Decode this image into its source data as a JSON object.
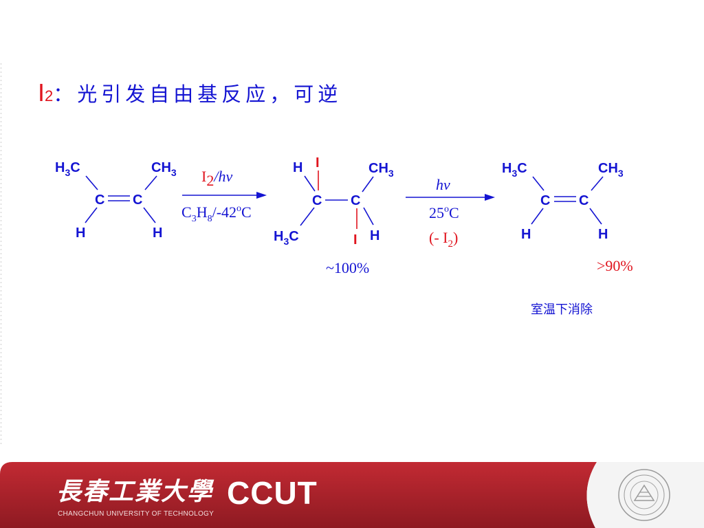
{
  "title": {
    "element": "I",
    "subscript": "2",
    "text": "：光引发自由基反应，可逆"
  },
  "reactant": {
    "ch3_left": "H",
    "ch3_left_sub": "3",
    "ch3_left_c": "C",
    "ch3_right": "CH",
    "ch3_right_sub": "3",
    "c1": "C",
    "c2": "C",
    "h_left": "H",
    "h_right": "H"
  },
  "step1": {
    "reagent_i": "I",
    "reagent_sub": "2",
    "reagent_rest": "/hν",
    "cond_c": "C",
    "cond_3": "3",
    "cond_h": "H",
    "cond_8": "8",
    "cond_temp": "/-42",
    "cond_o": "o",
    "cond_unit": "C"
  },
  "intermediate": {
    "h_top": "H",
    "i_top": "I",
    "ch3_right": "CH",
    "ch3_right_sub": "3",
    "c1": "C",
    "c2": "C",
    "h3c_left": "H",
    "h3c_left_sub": "3",
    "h3c_left_c": "C",
    "h_right": "H",
    "i_bottom": "I",
    "yield": "~100%"
  },
  "step2": {
    "reagent": "hν",
    "temp": "25",
    "temp_o": "o",
    "temp_unit": "C",
    "byproduct_open": "(- I",
    "byproduct_sub": "2",
    "byproduct_close": ")"
  },
  "product": {
    "ch3_left": "H",
    "ch3_left_sub": "3",
    "ch3_left_c": "C",
    "ch3_right": "CH",
    "ch3_right_sub": "3",
    "c1": "C",
    "c2": "C",
    "h_left": "H",
    "h_right": "H",
    "yield": ">90%",
    "note": "室温下消除"
  },
  "footer": {
    "university_cn": "長春工業大學",
    "university_en": "CHANGCHUN UNIVERSITY OF TECHNOLOGY",
    "abbr": "CCUT"
  },
  "colors": {
    "text_blue": "#1414d2",
    "accent_red": "#e0141e",
    "footer_red": "#b0202a"
  }
}
